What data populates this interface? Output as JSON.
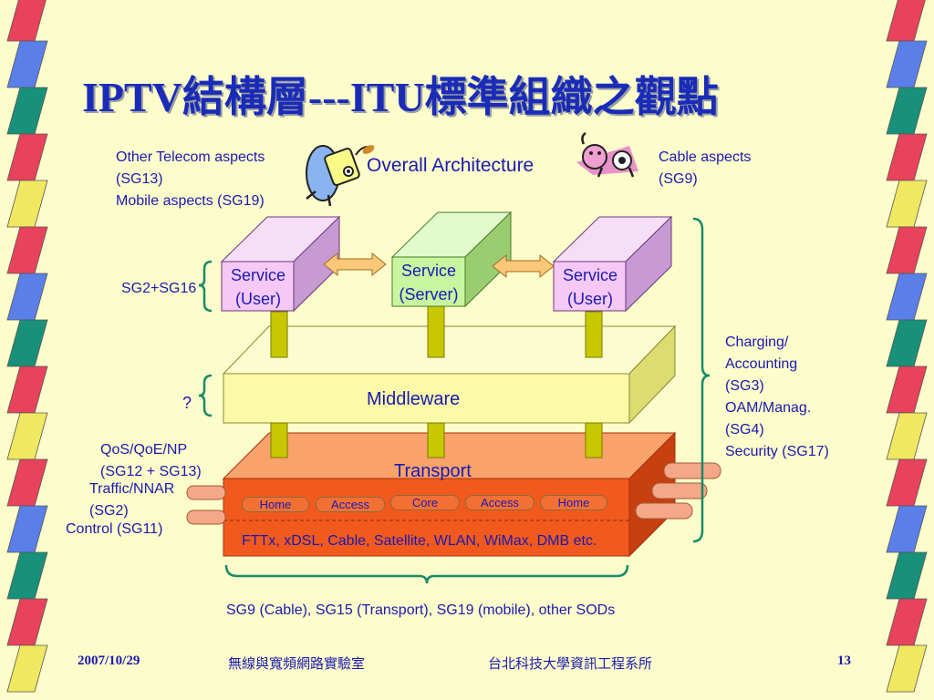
{
  "title": "IPTV結構層---ITU標準組織之觀點",
  "diagram": {
    "heading": "Overall Architecture",
    "other_telecom": [
      "Other Telecom aspects",
      "(SG13)",
      "Mobile aspects (SG19)"
    ],
    "cable_aspects": [
      "Cable aspects",
      "(SG9)"
    ],
    "services": [
      {
        "line1": "Service",
        "line2": "(User)"
      },
      {
        "line1": "Service",
        "line2": "(Server)"
      },
      {
        "line1": "Service",
        "line2": "(User)"
      }
    ],
    "sg_service": "SG2+SG16",
    "middleware": "Middleware",
    "question": "?",
    "qos": [
      "QoS/QoE/NP",
      "(SG12 + SG13)"
    ],
    "traffic": [
      "Traffic/NNAR",
      "(SG2)"
    ],
    "control": "Control (SG11)",
    "transport": "Transport",
    "network_segments": [
      "Home",
      "Access",
      "Core",
      "Access",
      "Home"
    ],
    "access_tech": "FTTx, xDSL, Cable, Satellite, WLAN, WiMax, DMB etc.",
    "right_labels": [
      "Charging/",
      "Accounting",
      "(SG3)",
      "OAM/Manag.",
      "(SG4)",
      "Security (SG17)"
    ],
    "bottom_sgs": "SG9 (Cable), SG15 (Transport), SG19 (mobile), other SODs"
  },
  "footer": {
    "date": "2007/10/29",
    "lab": "無線與寬頻網路實驗室",
    "dept": "台北科技大學資訊工程系所",
    "page": "13"
  },
  "colors": {
    "background": "#fdfccb",
    "title": "#1a2bb8",
    "text": "#1a1ab0",
    "service_user": "#f5c8f5",
    "service_server": "#c8f5a0",
    "middleware": "#fafaa8",
    "transport": "#f25a1d",
    "stripe_palette": [
      "#e8425c",
      "#5b7fe8",
      "#18907a",
      "#f0e860"
    ]
  }
}
